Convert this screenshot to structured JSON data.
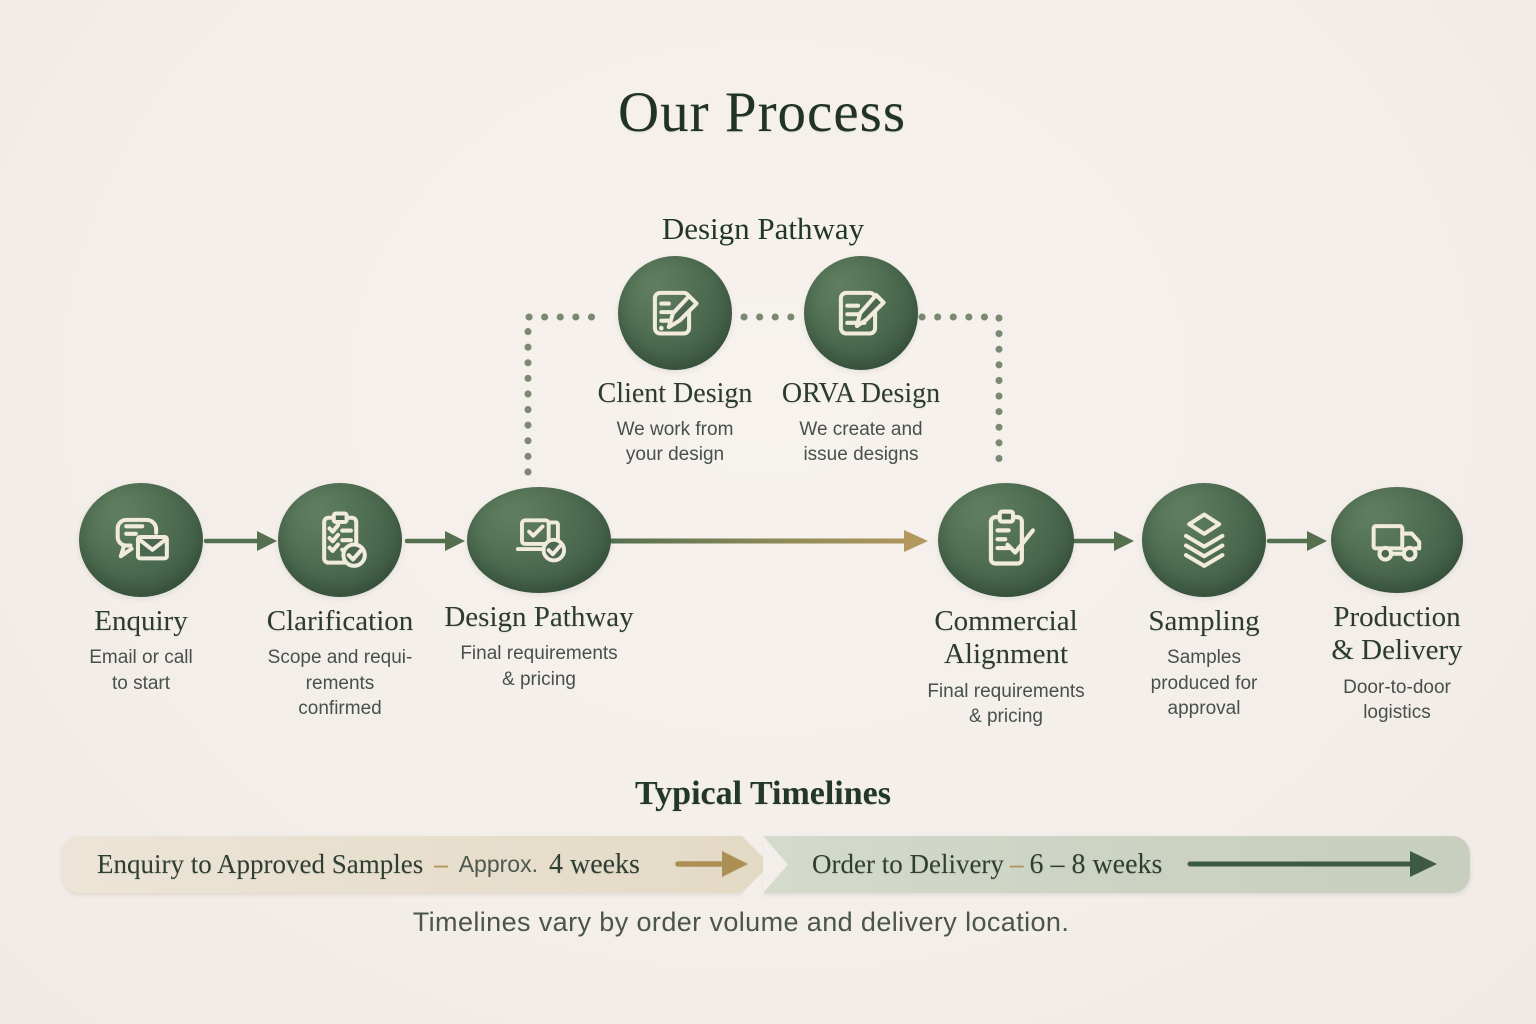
{
  "title": "Our Process",
  "design_pathway": {
    "heading": "Design Pathway",
    "options": [
      {
        "title": "Client Design",
        "subtitle": "We work from\nyour design",
        "icon": "document-pencil-icon"
      },
      {
        "title": "ORVA Design",
        "subtitle": "We create and\nissue designs",
        "icon": "document-pencil-icon"
      }
    ]
  },
  "stages": [
    {
      "title": "Enquiry",
      "subtitle": "Email or call\nto start",
      "icon": "chat-envelope-icon"
    },
    {
      "title": "Clarification",
      "subtitle": "Scope and requi-\nrements\nconfirmed",
      "icon": "clipboard-checklist-icon"
    },
    {
      "title": "Design Pathway",
      "subtitle": "Final requirements\n& pricing",
      "icon": "laptop-check-icon"
    },
    {
      "title": "Commercial\nAlignment",
      "subtitle": "Final requirements\n& pricing",
      "icon": "clipboard-check-icon"
    },
    {
      "title": "Sampling",
      "subtitle": "Samples\nproduced for\napproval",
      "icon": "layers-icon"
    },
    {
      "title": "Production\n& Delivery",
      "subtitle": "Door-to-door\nlogistics",
      "icon": "truck-icon"
    }
  ],
  "timelines": {
    "heading": "Typical Timelines",
    "bars": [
      {
        "label": "Enquiry to Approved Samples",
        "separator": "–",
        "qualifier": "Approx.",
        "duration": "4 weeks"
      },
      {
        "label": "Order to Delivery",
        "separator": "–",
        "duration": "6 – 8 weeks"
      }
    ],
    "note": "Timelines vary by order volume and delivery location."
  },
  "colors": {
    "background": "#f4eeea",
    "heading_green": "#223629",
    "circle_green": "#4a684d",
    "icon_cream": "#f1ebdc",
    "body_text": "#47514a",
    "dotted_connector": "#7b8872",
    "arrow_green": "#54704f",
    "arrow_gold": "#b2985c",
    "bar1_fill": "#e6ddcb",
    "bar2_fill": "#cbd2c2"
  }
}
